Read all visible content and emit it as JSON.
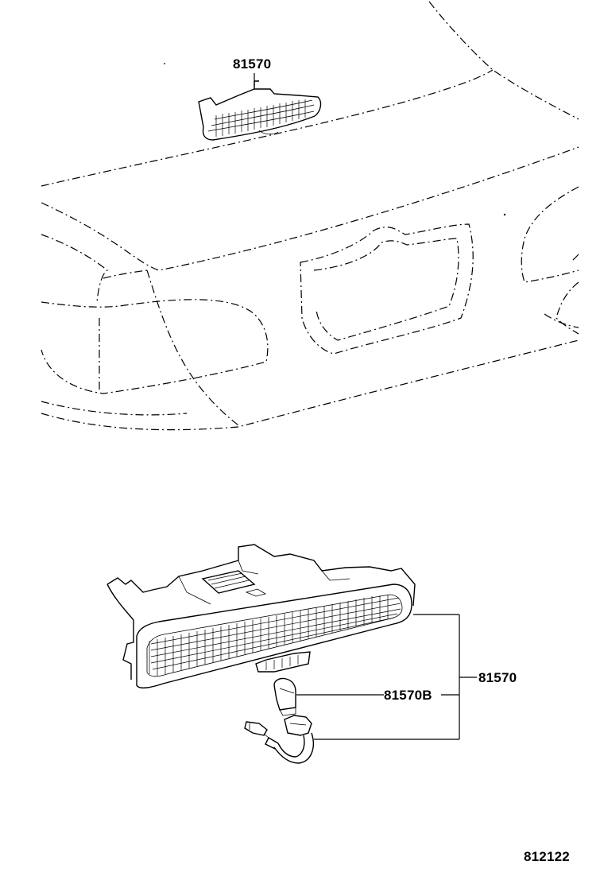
{
  "labels": {
    "top_part": "81570",
    "right_part": "81570",
    "bulb_part": "81570B",
    "figure_code": "812122"
  }
}
